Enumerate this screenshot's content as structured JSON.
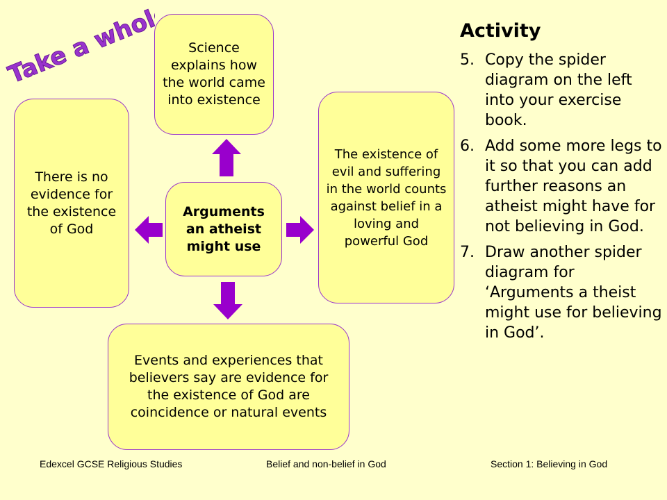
{
  "stamp": {
    "text": "Take a whole page!",
    "color": "#9933CC"
  },
  "diagram": {
    "center": "Arguments an atheist might use",
    "top": "Science explains how the world came into existence",
    "left": "There is no evidence for the existence of God",
    "right": "The existence of evil and suffering in the world counts against belief in a loving and powerful God",
    "bottom": "Events and experiences that believers say are evidence for the existence of God are coincidence or natural events",
    "arrow_color": "#9900CC",
    "box_fill": "#FFFF99",
    "box_border": "#9933CC"
  },
  "activity": {
    "title": "Activity",
    "items": [
      {
        "num": "5.",
        "text": "Copy the spider diagram on the left into your exercise book."
      },
      {
        "num": "6.",
        "text": "Add some more legs to it so that you can add further reasons an atheist might have for not believing in God."
      },
      {
        "num": "7.",
        "text": "Draw another spider diagram for ‘Arguments a theist might use for believing in God’."
      }
    ]
  },
  "footer": {
    "left": "Edexcel GCSE Religious Studies",
    "center": "Belief and non-belief in God",
    "right": "Section 1: Believing in God"
  },
  "background": "#FFFFCC"
}
